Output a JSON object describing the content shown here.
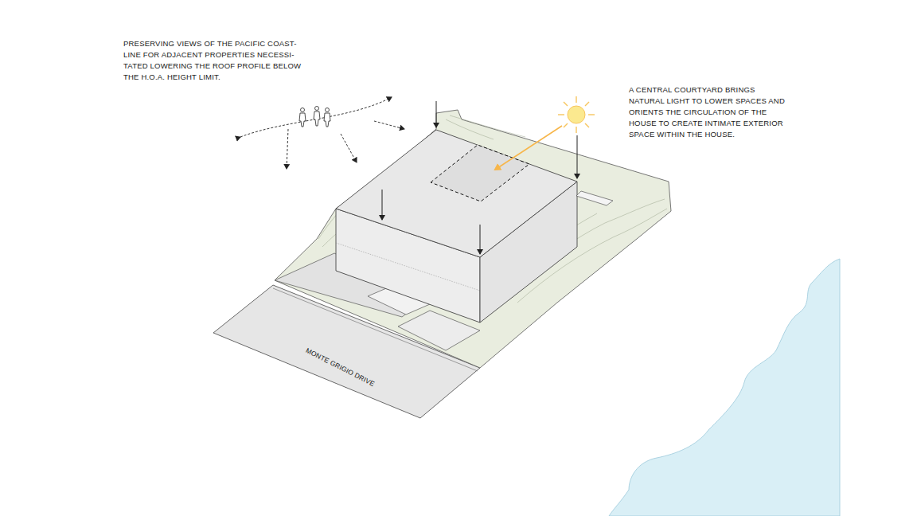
{
  "diagram": {
    "labels": [
      "PRESERVING VIEWS OF THE PACIFIC COAST-LINE FOR ADJACENT PROPERTIES NECESSI-TATED LOWERING THE ROOF PROFILE BELOW THE H.O.A. HEIGHT LIMIT.",
      "A CENTRAL COURTYARD BRINGS NATURAL LIGHT TO LOWER SPACES AND ORIENTS THE CIRCULATION OF THE HOUSE TO CREATE INTIMATE EXTERIOR SPACE WITHIN THE HOUSE.",
      "MONTE GRIGIO DRIVE"
    ]
  }
}
